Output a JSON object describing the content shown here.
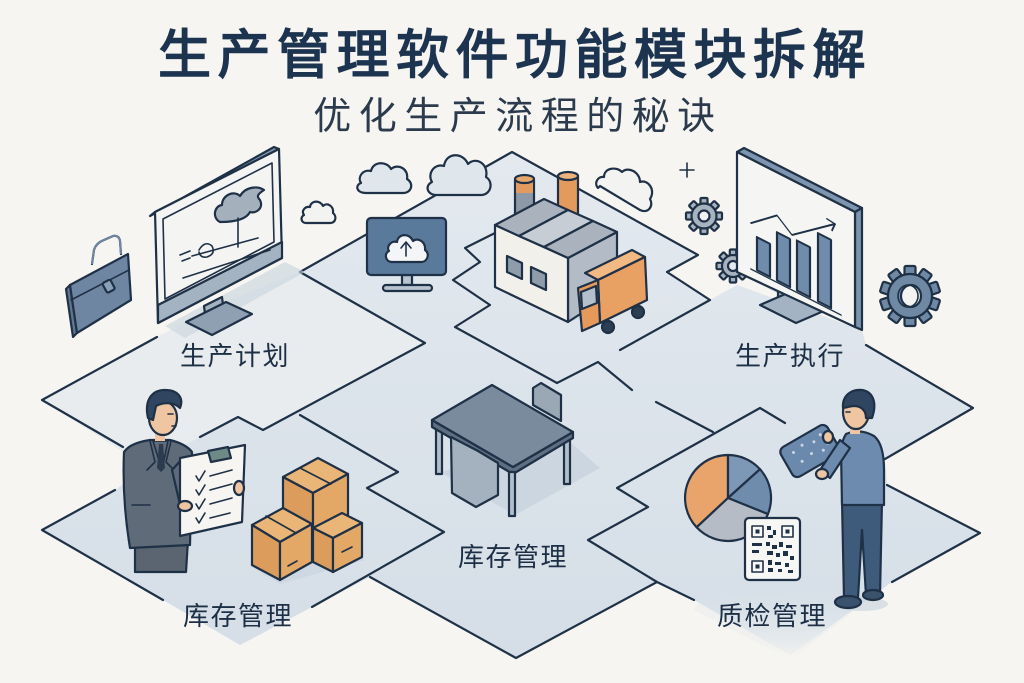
{
  "header": {
    "title": "生产管理软件功能模块拆解",
    "subtitle": "优化生产流程的秘诀"
  },
  "modules": [
    {
      "key": "planning",
      "label": "生产计划",
      "icons": [
        "briefcase-icon",
        "monitor-icon",
        "cloud-icon"
      ]
    },
    {
      "key": "execution",
      "label": "生产执行",
      "icons": [
        "gear-icon",
        "bar-chart-monitor-icon",
        "plus-icon"
      ]
    },
    {
      "key": "inventory_left",
      "label": "库存管理",
      "icons": [
        "manager-with-checklist",
        "stacked-boxes-icon"
      ]
    },
    {
      "key": "inventory_center",
      "label": "库存管理",
      "icons": [
        "table-icon",
        "chair-icon"
      ]
    },
    {
      "key": "quality",
      "label": "质检管理",
      "icons": [
        "pie-chart-icon",
        "qr-code-icon",
        "worker-with-tablet"
      ]
    },
    {
      "key": "hub",
      "label": "",
      "icons": [
        "cloud-upload-monitor-icon",
        "factory-icon",
        "delivery-truck-icon",
        "cloud-icon"
      ]
    }
  ],
  "colors": {
    "background": "#f6f5f1",
    "tile": "#dbe3eb",
    "tile_light": "#e8ecef",
    "outline": "#1f3147",
    "title": "#1c3450",
    "accent_orange": "#e8a265",
    "accent_blue": "#6f8cab",
    "neutral_gray": "#aab3bd"
  }
}
